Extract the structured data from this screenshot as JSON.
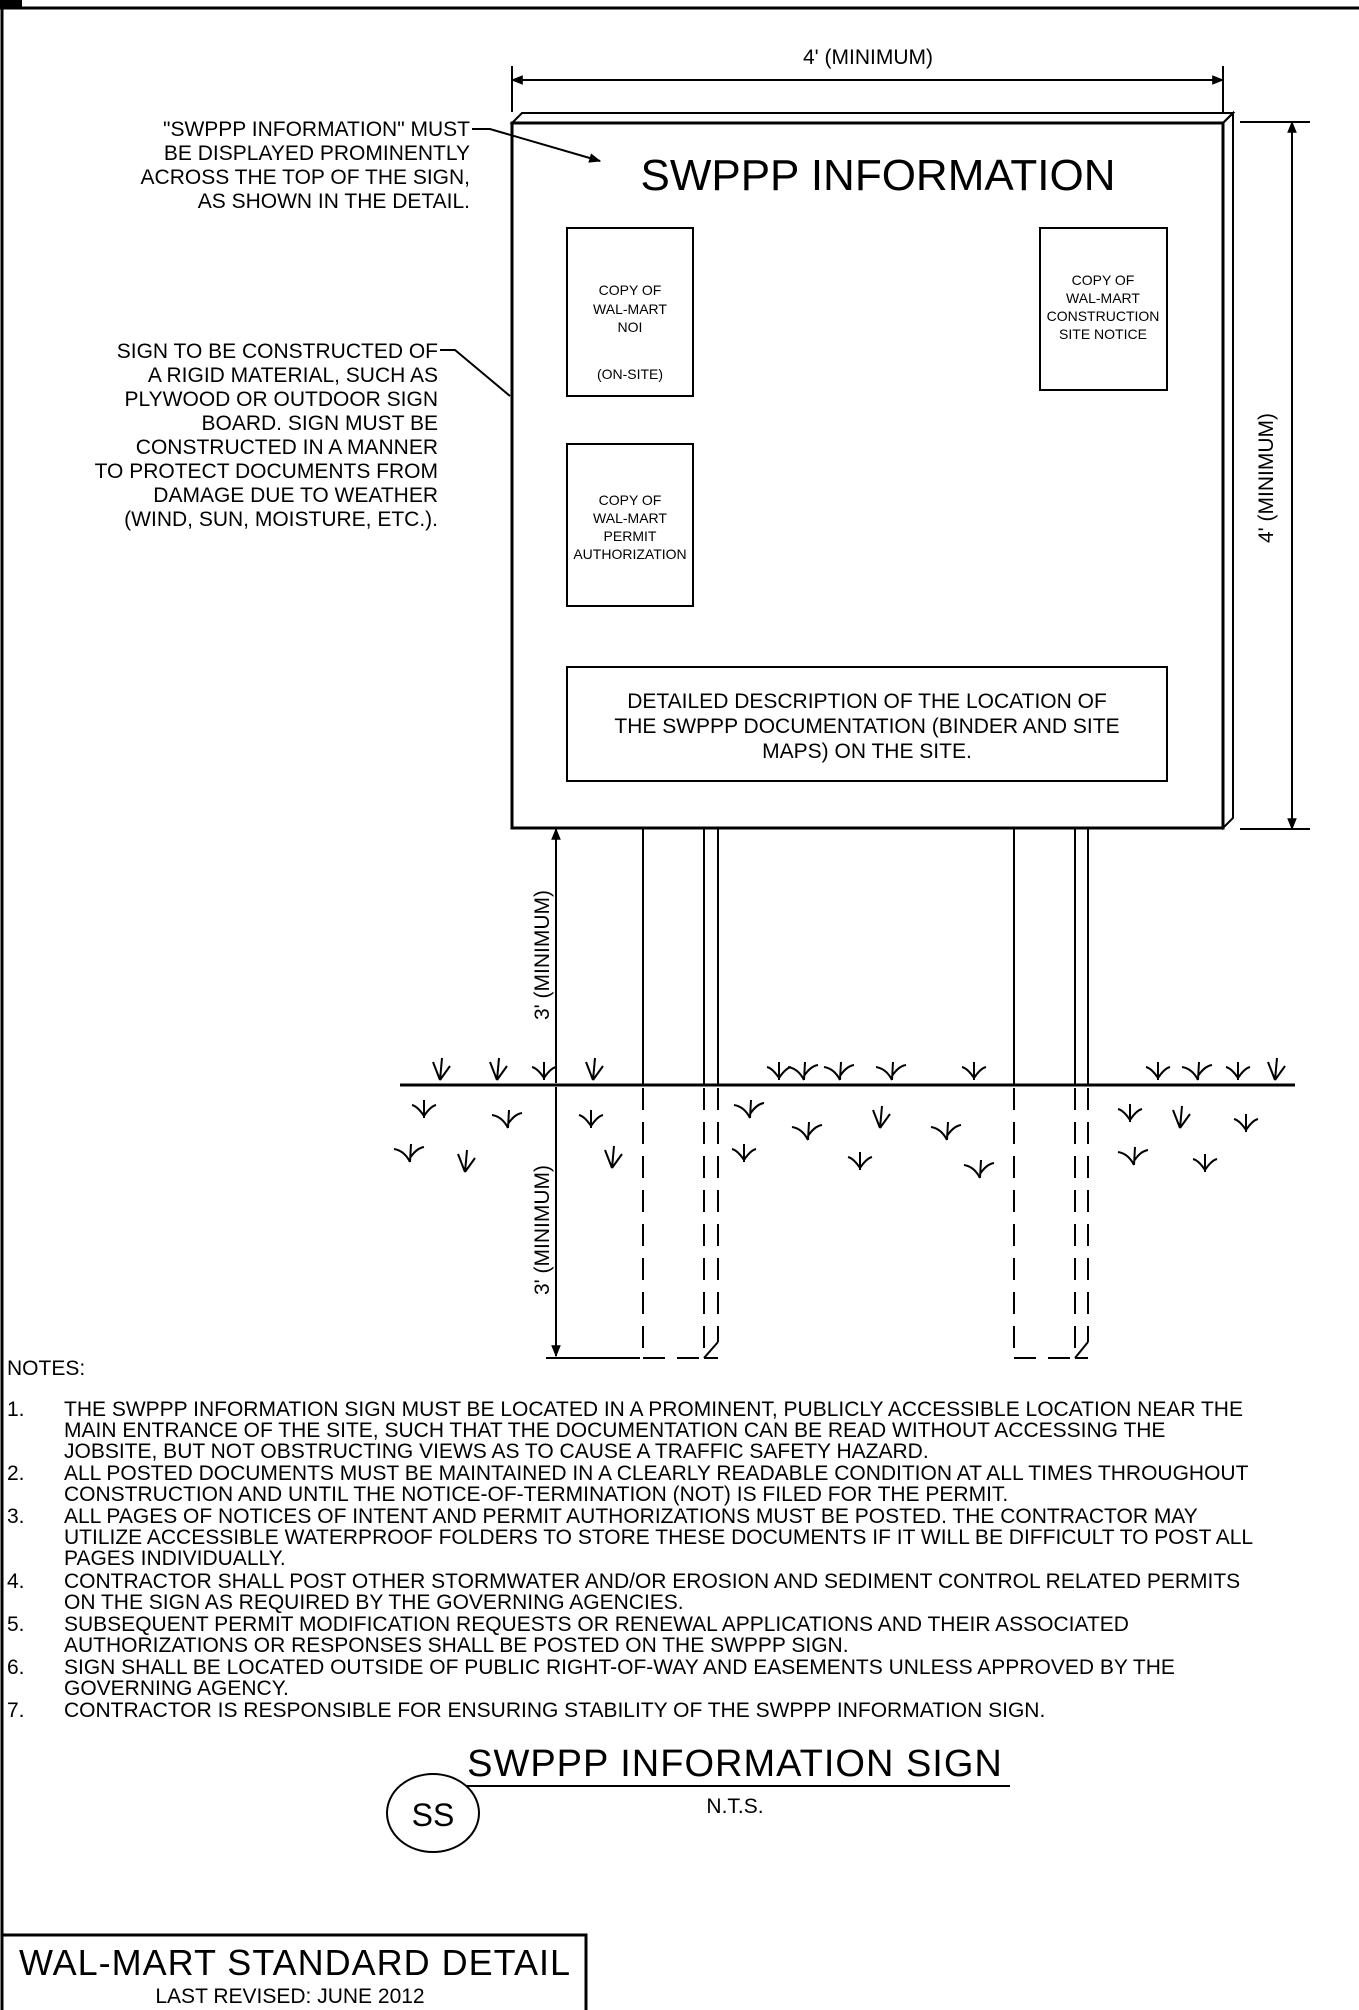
{
  "dimensions": {
    "width": "4' (MINIMUM)",
    "height": "4' (MINIMUM)",
    "above_grade": "3' (MINIMUM)",
    "below_grade": "3' (MINIMUM)"
  },
  "sign": {
    "heading": "SWPPP INFORMATION",
    "box_noi": [
      "COPY OF",
      "WAL-MART",
      "NOI",
      "(ON-SITE)"
    ],
    "box_construction_notice": [
      "COPY OF",
      "WAL-MART",
      "CONSTRUCTION",
      "SITE NOTICE"
    ],
    "box_permit": [
      "COPY OF",
      "WAL-MART",
      "PERMIT",
      "AUTHORIZATION"
    ],
    "box_description": [
      "DETAILED DESCRIPTION OF THE LOCATION OF",
      "THE SWPPP DOCUMENTATION (BINDER AND SITE",
      "MAPS) ON THE SITE."
    ]
  },
  "callouts": {
    "heading_note": [
      "\"SWPPP INFORMATION\" MUST",
      "BE DISPLAYED PROMINENTLY",
      "ACROSS THE TOP OF THE SIGN,",
      "AS SHOWN IN THE DETAIL."
    ],
    "material_note": [
      "SIGN TO BE CONSTRUCTED OF",
      "A RIGID MATERIAL, SUCH AS",
      "PLYWOOD OR OUTDOOR SIGN",
      "BOARD. SIGN MUST BE",
      "CONSTRUCTED IN A MANNER",
      "TO PROTECT DOCUMENTS FROM",
      "DAMAGE DUE TO WEATHER",
      "(WIND, SUN, MOISTURE, ETC.)."
    ]
  },
  "notes": {
    "heading": "NOTES:",
    "items": [
      {
        "num": "1.",
        "lines": [
          "THE SWPPP INFORMATION SIGN MUST BE LOCATED IN A PROMINENT, PUBLICLY ACCESSIBLE LOCATION NEAR THE",
          "MAIN ENTRANCE OF THE SITE, SUCH THAT THE DOCUMENTATION CAN BE READ WITHOUT ACCESSING THE",
          "JOBSITE, BUT NOT OBSTRUCTING VIEWS AS TO CAUSE A TRAFFIC SAFETY HAZARD."
        ]
      },
      {
        "num": "2.",
        "lines": [
          "ALL POSTED DOCUMENTS MUST BE MAINTAINED IN A CLEARLY READABLE CONDITION AT ALL TIMES THROUGHOUT",
          "CONSTRUCTION AND UNTIL THE NOTICE-OF-TERMINATION (NOT) IS FILED FOR THE PERMIT."
        ]
      },
      {
        "num": "3.",
        "lines": [
          "ALL PAGES OF NOTICES OF INTENT AND PERMIT AUTHORIZATIONS MUST BE POSTED.  THE CONTRACTOR MAY",
          "UTILIZE ACCESSIBLE WATERPROOF FOLDERS TO STORE THESE DOCUMENTS IF IT WILL BE DIFFICULT TO POST ALL",
          "PAGES INDIVIDUALLY."
        ]
      },
      {
        "num": "4.",
        "lines": [
          "CONTRACTOR SHALL POST OTHER STORMWATER AND/OR EROSION AND SEDIMENT CONTROL RELATED PERMITS",
          "ON THE SIGN AS REQUIRED BY THE GOVERNING AGENCIES."
        ]
      },
      {
        "num": "5.",
        "lines": [
          "SUBSEQUENT PERMIT MODIFICATION REQUESTS OR RENEWAL APPLICATIONS AND THEIR ASSOCIATED",
          "AUTHORIZATIONS OR RESPONSES SHALL BE POSTED ON THE SWPPP SIGN."
        ]
      },
      {
        "num": "6.",
        "lines": [
          "SIGN SHALL BE LOCATED OUTSIDE OF PUBLIC RIGHT-OF-WAY AND EASEMENTS UNLESS APPROVED BY THE",
          "GOVERNING AGENCY."
        ]
      },
      {
        "num": "7.",
        "lines": [
          "CONTRACTOR IS RESPONSIBLE FOR ENSURING STABILITY OF THE SWPPP INFORMATION SIGN."
        ]
      }
    ]
  },
  "detail_title": {
    "tag": "SS",
    "title": "SWPPP INFORMATION SIGN",
    "scale": "N.T.S."
  },
  "title_block": {
    "title": "WAL-MART STANDARD DETAIL",
    "revised": "LAST REVISED: JUNE 2012"
  }
}
